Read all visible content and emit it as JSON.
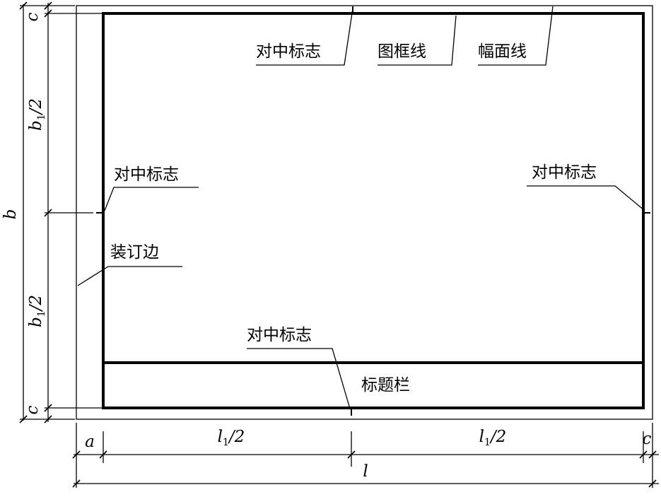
{
  "labels": {
    "center_mark": "对中标志",
    "frame_line": "图框线",
    "sheet_line": "幅面线",
    "binding_edge": "装订边",
    "title_block": "标题栏"
  },
  "dimensions": {
    "b": "b",
    "b_base": "b",
    "b_sub": "1",
    "b_tail": "/2",
    "c": "c",
    "a": "a",
    "l": "l",
    "l_base": "l",
    "l_sub": "1",
    "l_tail": "/2"
  }
}
